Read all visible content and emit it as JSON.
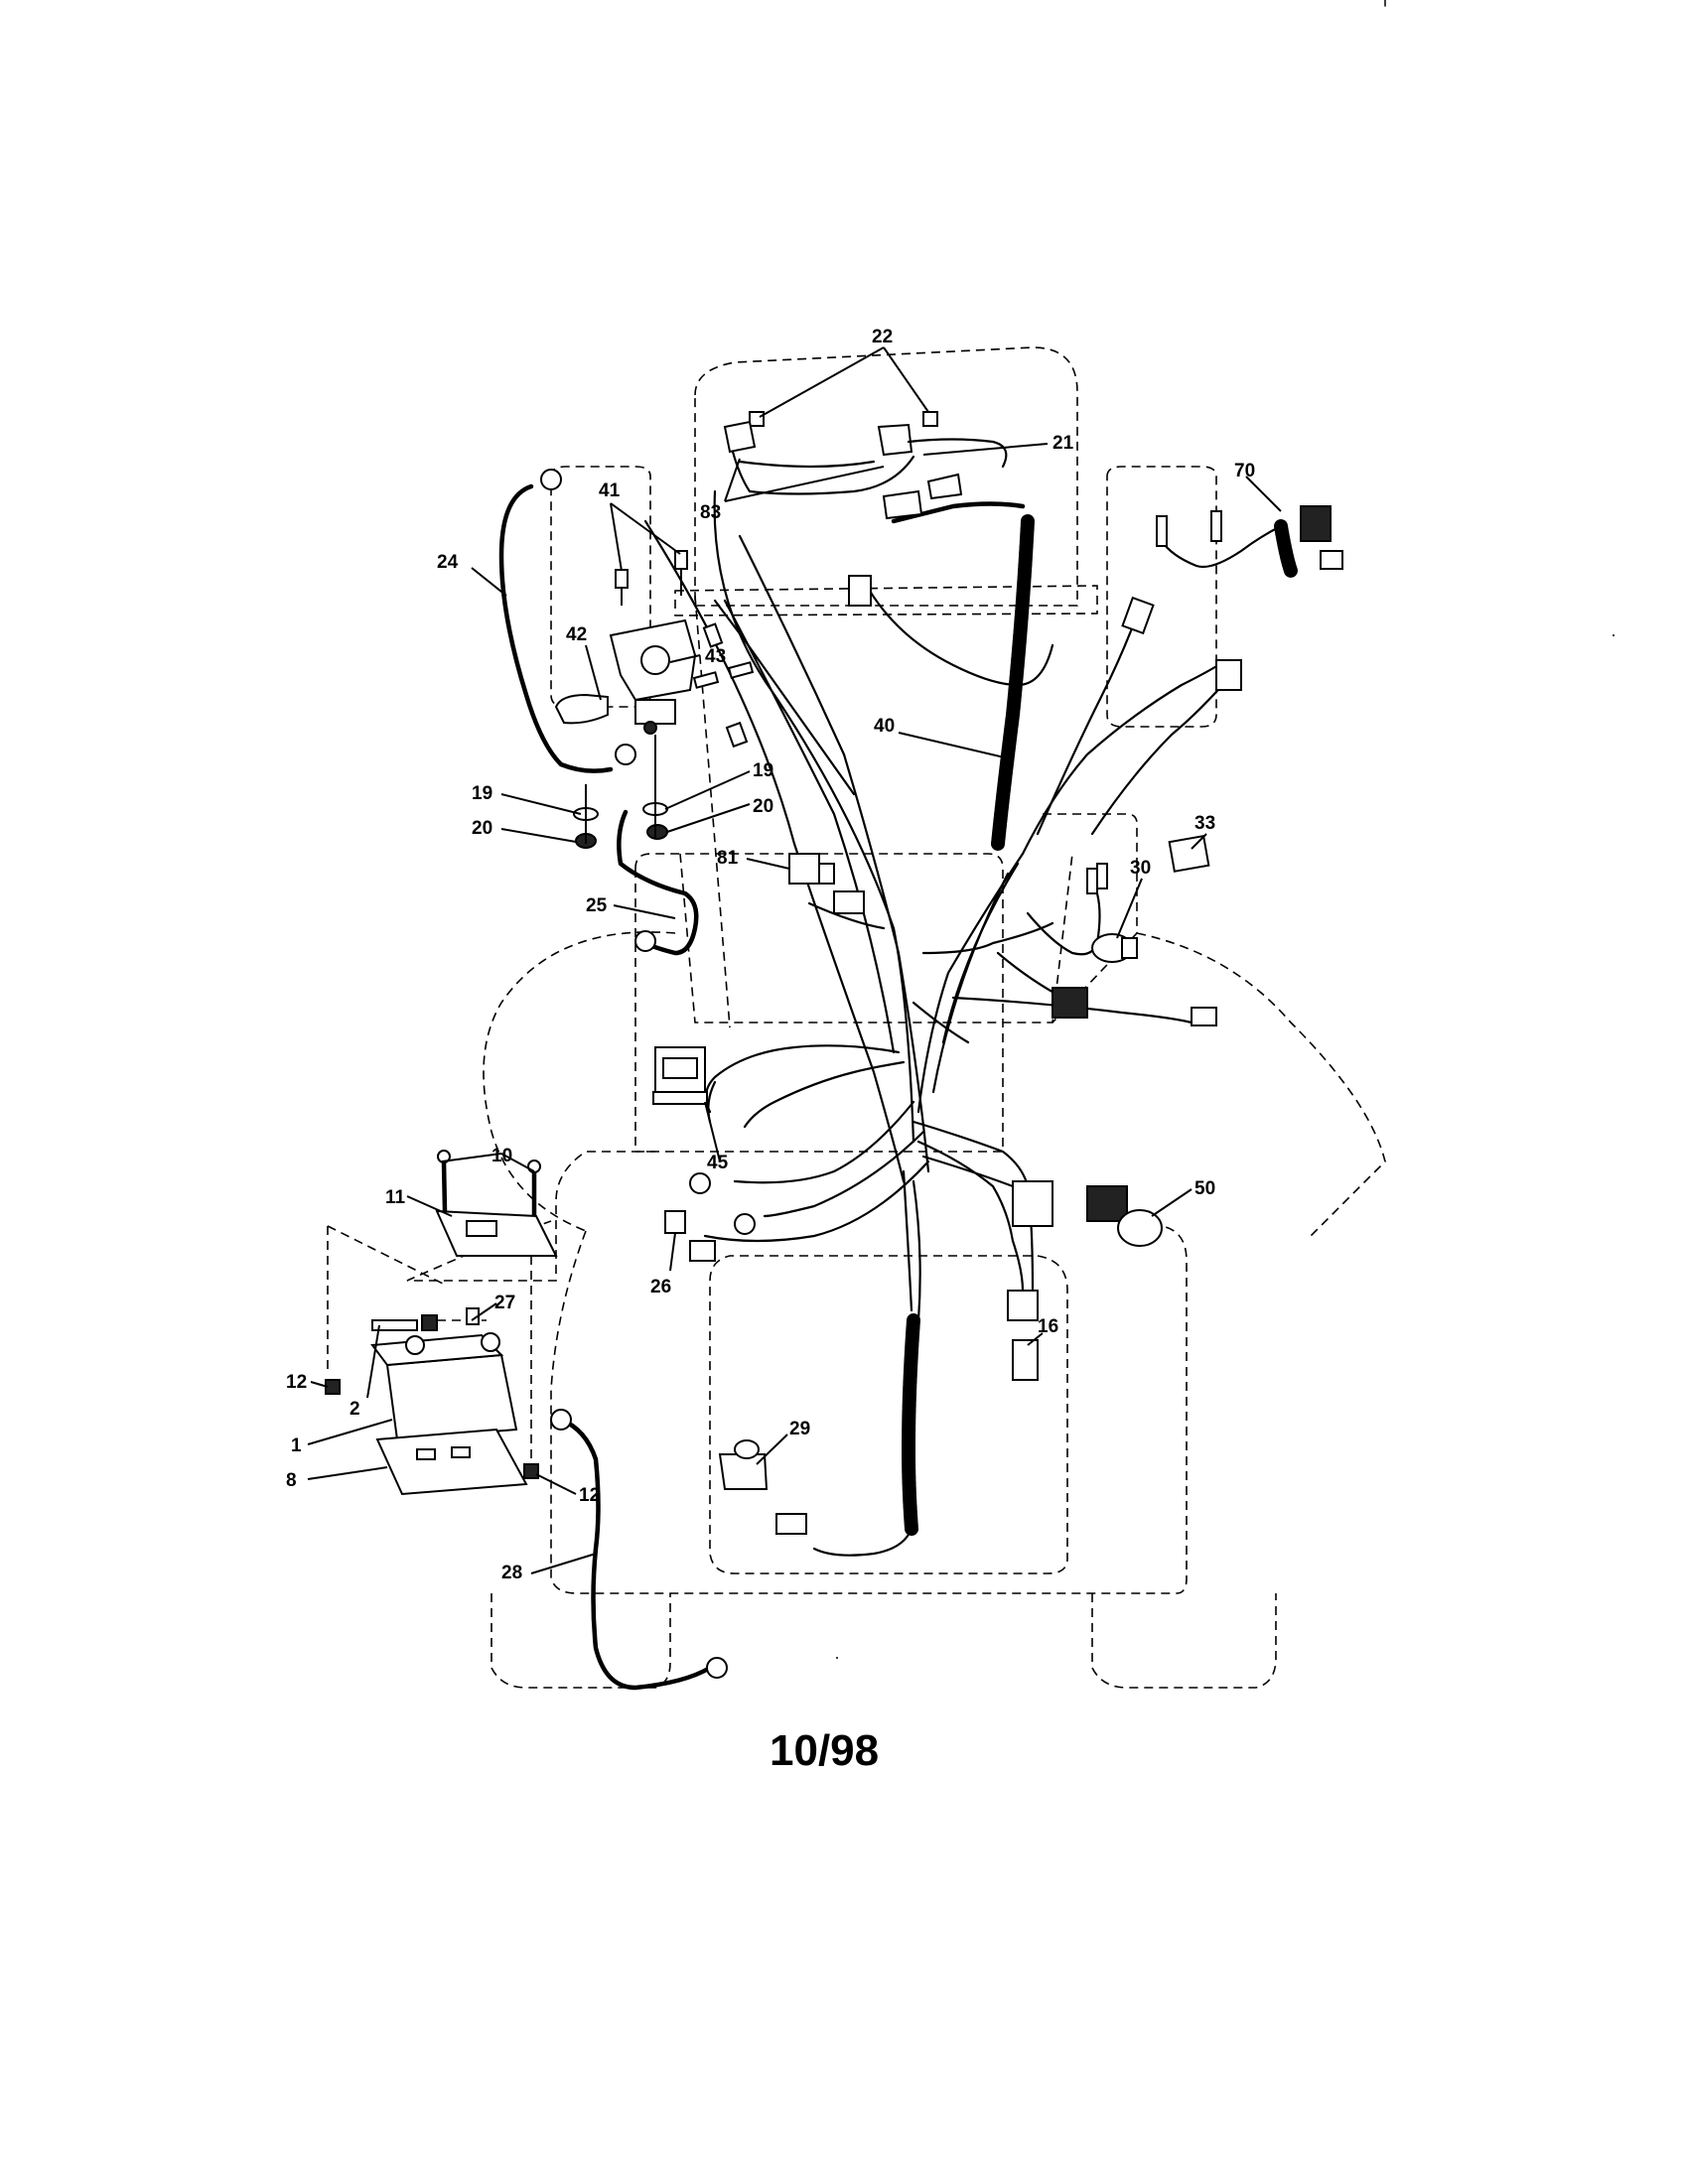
{
  "diagram": {
    "date_code": "10/98",
    "callouts": {
      "c22": "22",
      "c21": "21",
      "c83": "83",
      "c70": "70",
      "c41": "41",
      "c24": "24",
      "c42": "42",
      "c43": "43",
      "c40": "40",
      "c19a": "19",
      "c20a": "20",
      "c19b": "19",
      "c20b": "20",
      "c81": "81",
      "c33": "33",
      "c30": "30",
      "c25": "25",
      "c10": "10",
      "c11": "11",
      "c45": "45",
      "c50": "50",
      "c26": "26",
      "c27": "27",
      "c16": "16",
      "c12a": "12",
      "c2": "2",
      "c1": "1",
      "c8": "8",
      "c12b": "12",
      "c29": "29",
      "c28": "28"
    }
  }
}
